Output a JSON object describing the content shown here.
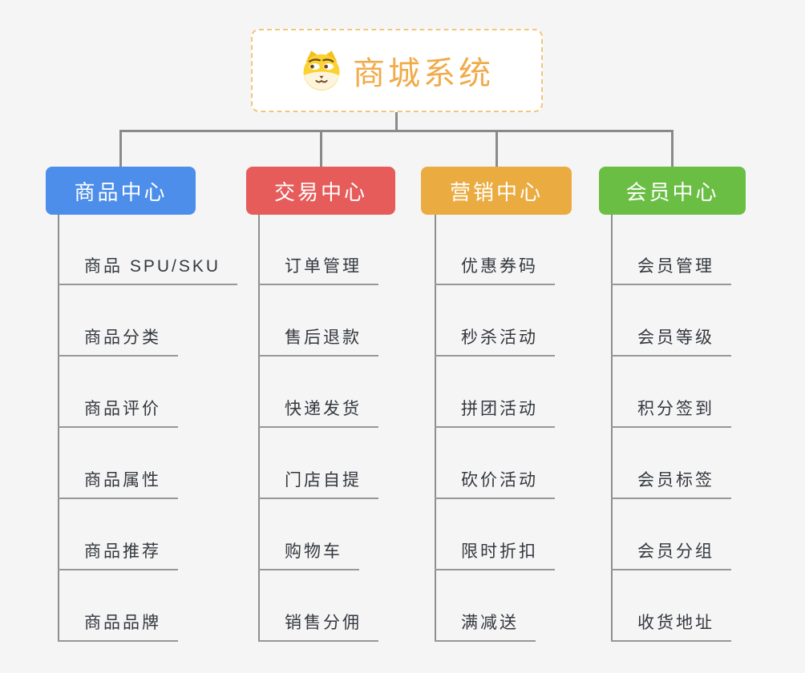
{
  "canvas": {
    "background": "#F5F5F5",
    "connector_color": "#8A8A8A"
  },
  "root": {
    "label": "商城系统",
    "icon": "dog-face-icon",
    "text_color": "#F0AB4A",
    "border_color": "#F4C57C"
  },
  "branches": [
    {
      "label": "商品中心",
      "color": "#4C8EE9",
      "items": [
        "商品 SPU/SKU",
        "商品分类",
        "商品评价",
        "商品属性",
        "商品推荐",
        "商品品牌"
      ]
    },
    {
      "label": "交易中心",
      "color": "#E55C5B",
      "items": [
        "订单管理",
        "售后退款",
        "快递发货",
        "门店自提",
        "购物车",
        "销售分佣"
      ]
    },
    {
      "label": "营销中心",
      "color": "#EAAC41",
      "items": [
        "优惠券码",
        "秒杀活动",
        "拼团活动",
        "砍价活动",
        "限时折扣",
        "满减送"
      ]
    },
    {
      "label": "会员中心",
      "color": "#6BBE44",
      "items": [
        "会员管理",
        "会员等级",
        "积分签到",
        "会员标签",
        "会员分组",
        "收货地址"
      ]
    }
  ]
}
